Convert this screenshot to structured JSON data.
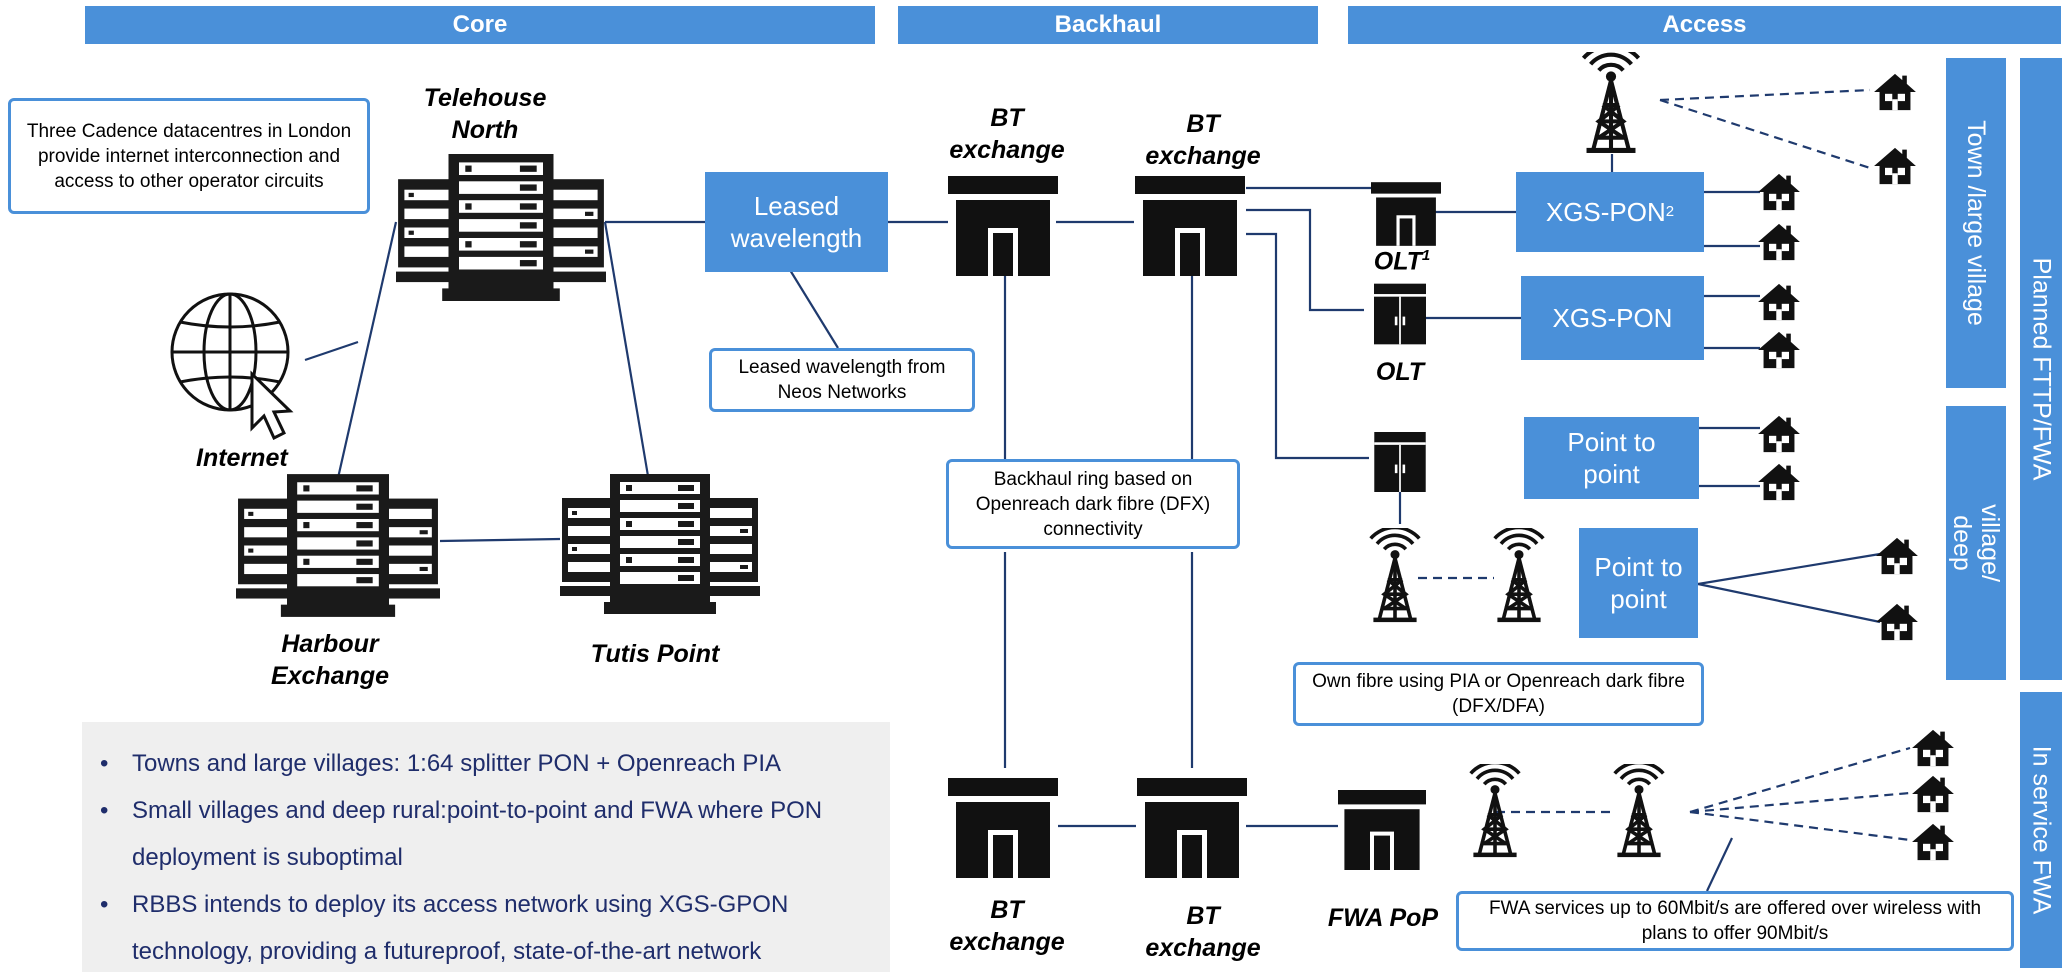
{
  "headers": {
    "core": "Core",
    "backhaul": "Backhaul",
    "access": "Access"
  },
  "side_bars": {
    "town": "Town /large village",
    "small": "Small village/ deep rural",
    "planned": "Planned FTTP/FWA",
    "inservice": "In service FWA"
  },
  "nodes": {
    "telehouse": "Telehouse North",
    "internet": "Internet",
    "harbour": "Harbour Exchange",
    "tutis": "Tutis Point",
    "bt1": "BT exchange",
    "bt2": "BT exchange",
    "bt3": "BT exchange",
    "bt4": "BT exchange",
    "olt1": "OLT",
    "olt1_sup": "1",
    "olt2": "OLT",
    "fwa_pop": "FWA PoP"
  },
  "blue_boxes": {
    "leased": "Leased wavelength",
    "xgspon2": "XGS-PON",
    "xgspon2_sup": "2",
    "xgspon": "XGS-PON",
    "p2p1": "Point to point",
    "p2p2": "Point to point"
  },
  "notes": {
    "datacentres": "Three Cadence datacentres in London provide internet interconnection and access to other operator circuits",
    "leased_from": "Leased wavelength from Neos Networks",
    "backhaul_ring": "Backhaul ring based on Openreach dark fibre (DFX) connectivity",
    "own_fibre": "Own fibre using PIA or Openreach dark fibre (DFX/DFA)",
    "fwa_services": "FWA services up to 60Mbit/s are offered over wireless with plans to offer 90Mbit/s"
  },
  "summary": [
    "Towns and large villages: 1:64 splitter PON + Openreach PIA",
    "Small villages and deep rural:point-to-point and FWA where PON deployment is suboptimal",
    "RBBS intends to deploy its access network using XGS-GPON technology, providing a futureproof, state-of-the-art network"
  ],
  "colors": {
    "accent": "#4a90d9",
    "line": "#1f3a6e",
    "summary_bg": "#efefef",
    "summary_text": "#1f2d6b"
  },
  "icons": [
    "server-icon",
    "globe-cursor-icon",
    "exchange-icon",
    "olt-cabinet-icon",
    "tower-icon",
    "house-icon"
  ]
}
